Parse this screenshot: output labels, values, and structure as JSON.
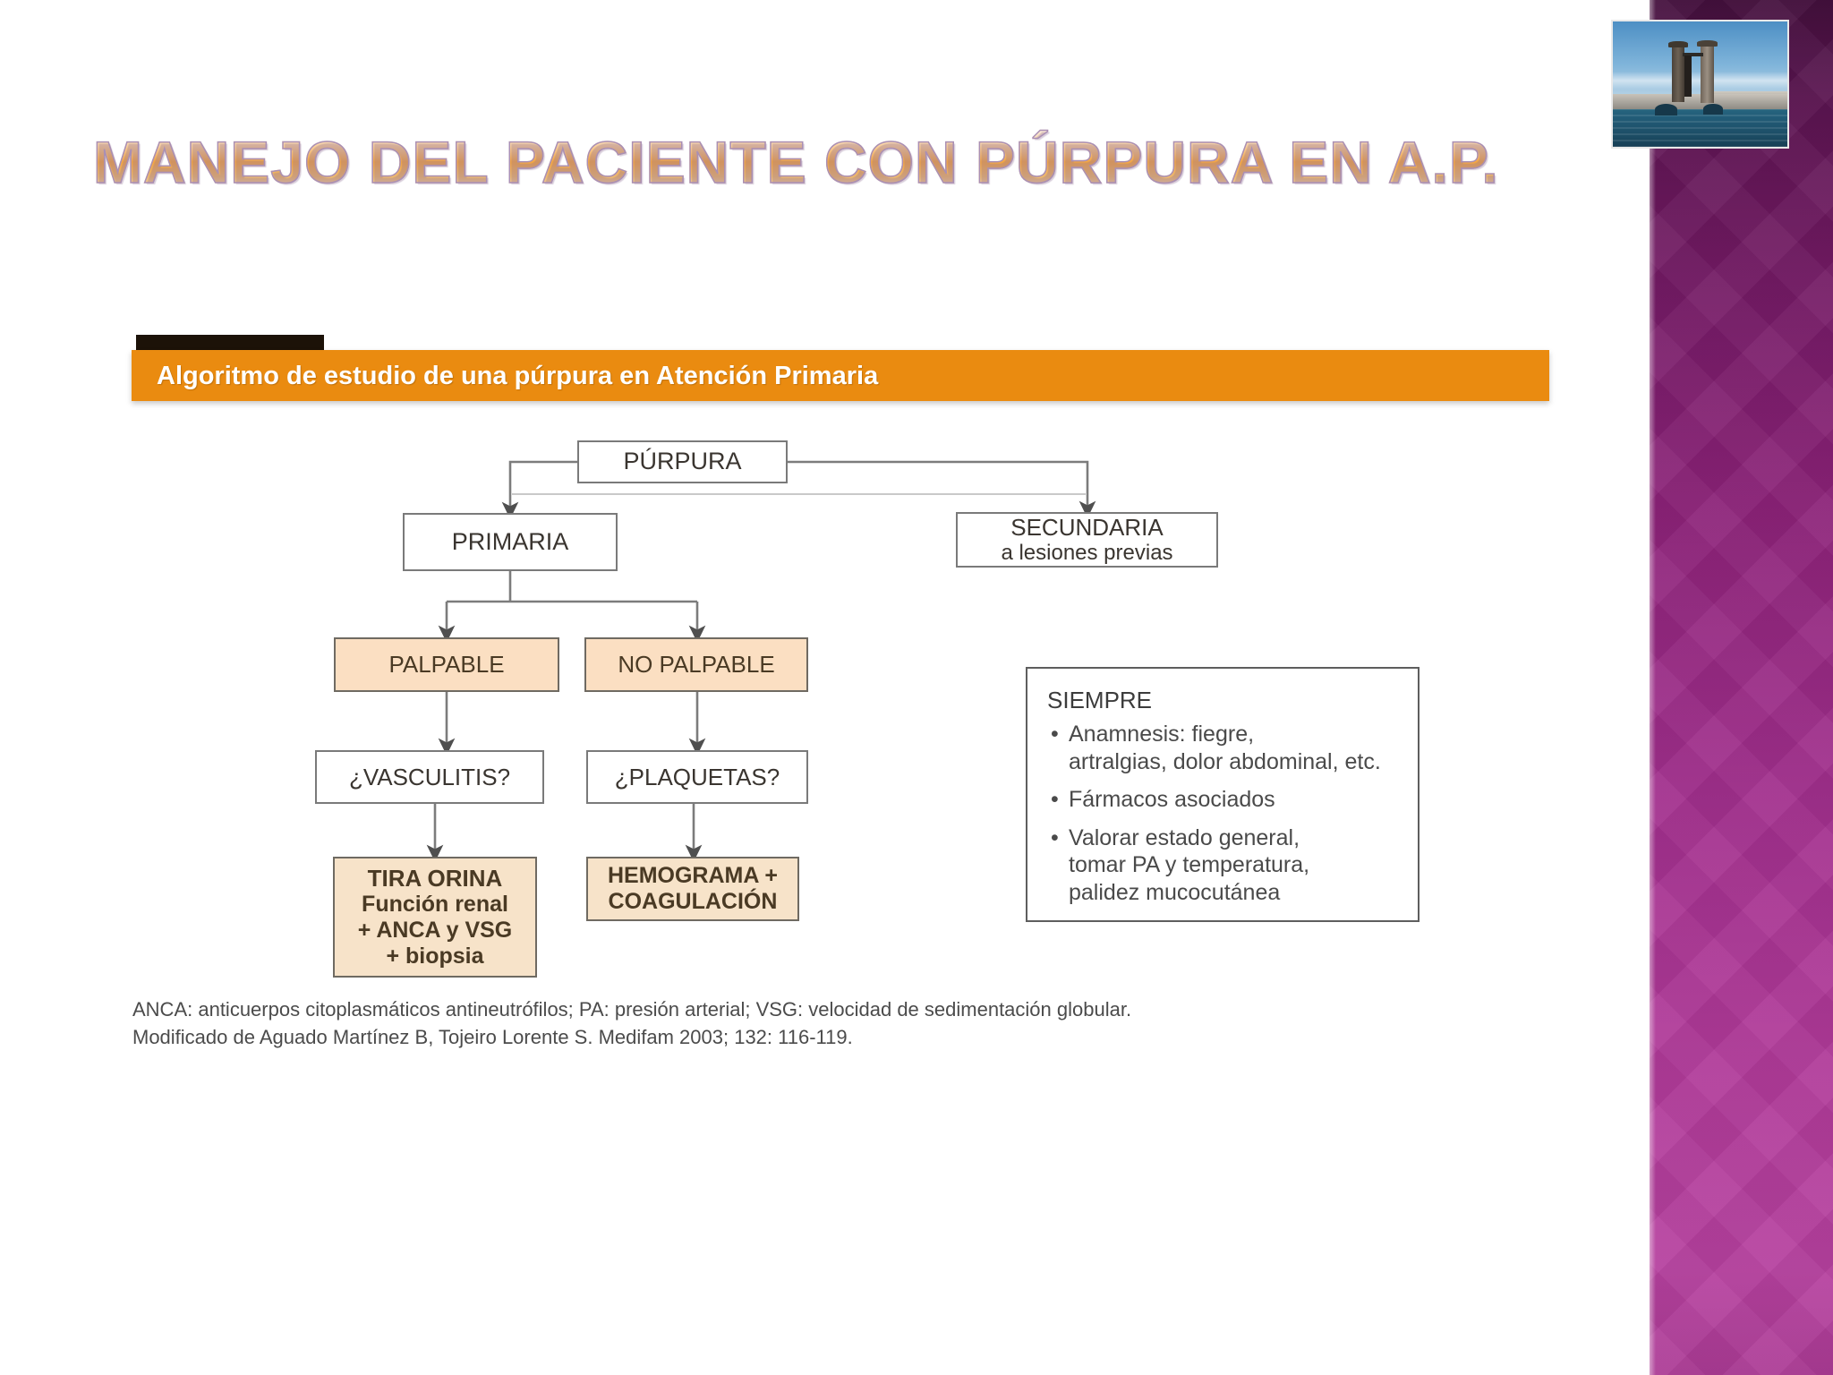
{
  "slide": {
    "title": "MANEJO DEL PACIENTE CON PÚRPURA EN A.P.",
    "header_label": "Algoritmo de estudio de una púrpura en Atención Primaria",
    "accent_orange": "#ea8b10",
    "accent_purple": "#8b2278",
    "node_peach": "#fbdfc2"
  },
  "photo": {
    "alt_name": "coastal-pier-with-stone-pillars"
  },
  "flowchart": {
    "nodes": {
      "purpura": "PÚRPURA",
      "primaria": "PRIMARIA",
      "secundaria_line1": "SECUNDARIA",
      "secundaria_line2": "a lesiones previas",
      "palpable": "PALPABLE",
      "no_palpable": "NO PALPABLE",
      "vasculitis": "¿VASCULITIS?",
      "plaquetas": "¿PLAQUETAS?",
      "tira_orina_line1": "TIRA ORINA",
      "tira_orina_line2": "Función renal",
      "tira_orina_line3": "+ ANCA y VSG",
      "tira_orina_line4": "+ biopsia",
      "hemograma_line1": "HEMOGRAMA +",
      "hemograma_line2": "COAGULACIÓN"
    }
  },
  "siempre": {
    "title": "SIEMPRE",
    "items": [
      "Anamnesis: fiegre,\nartralgias, dolor abdominal, etc.",
      "Fármacos asociados",
      "Valorar estado general,\ntomar PA y temperatura,\npalidez mucocutánea"
    ]
  },
  "footnote": {
    "line1": "ANCA: anticuerpos citoplasmáticos antineutrófilos; PA: presión arterial; VSG: velocidad de sedimentación globular.",
    "line2": "Modificado de Aguado Martínez B, Tojeiro Lorente S. Medifam 2003; 132: 116-119."
  }
}
